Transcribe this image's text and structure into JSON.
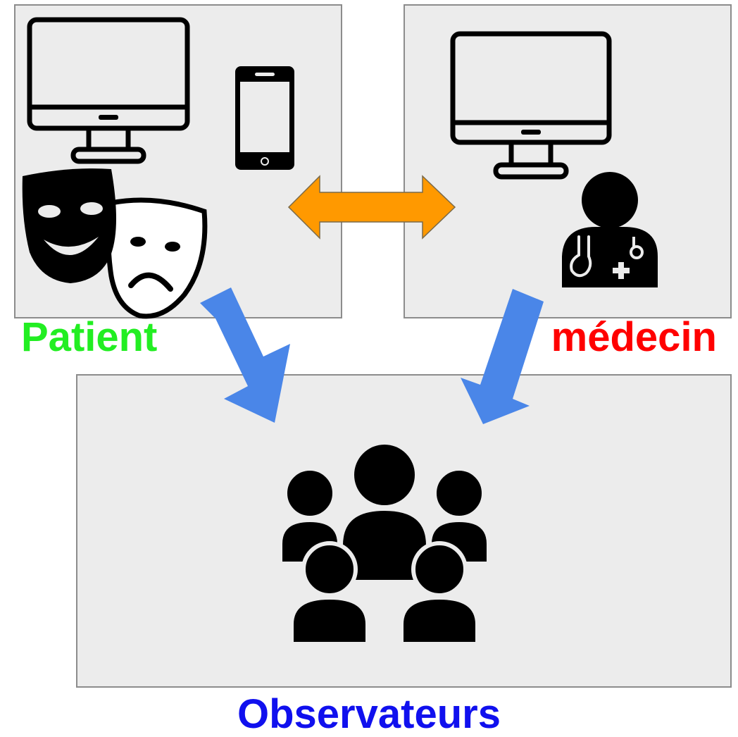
{
  "labels": {
    "patient": "Patient",
    "medecin": "médecin",
    "observers": "Observateurs"
  },
  "colors": {
    "patient": "#22ee22",
    "medecin": "#ff0000",
    "observers": "#1010ee",
    "bidirectional_arrow": "#ff9900",
    "flow_arrow": "#4a86e8",
    "box_fill": "#ececec",
    "icon": "#000000"
  },
  "icons": {
    "patient": [
      "desktop-monitor-icon",
      "smartphone-icon",
      "theater-masks-icon"
    ],
    "medecin": [
      "desktop-monitor-icon",
      "doctor-icon"
    ],
    "observers": [
      "group-of-people-icon"
    ]
  },
  "connections": [
    {
      "from": "patient",
      "to": "medecin",
      "type": "bidirectional"
    },
    {
      "from": "patient",
      "to": "observers",
      "type": "directed"
    },
    {
      "from": "medecin",
      "to": "observers",
      "type": "directed"
    }
  ]
}
